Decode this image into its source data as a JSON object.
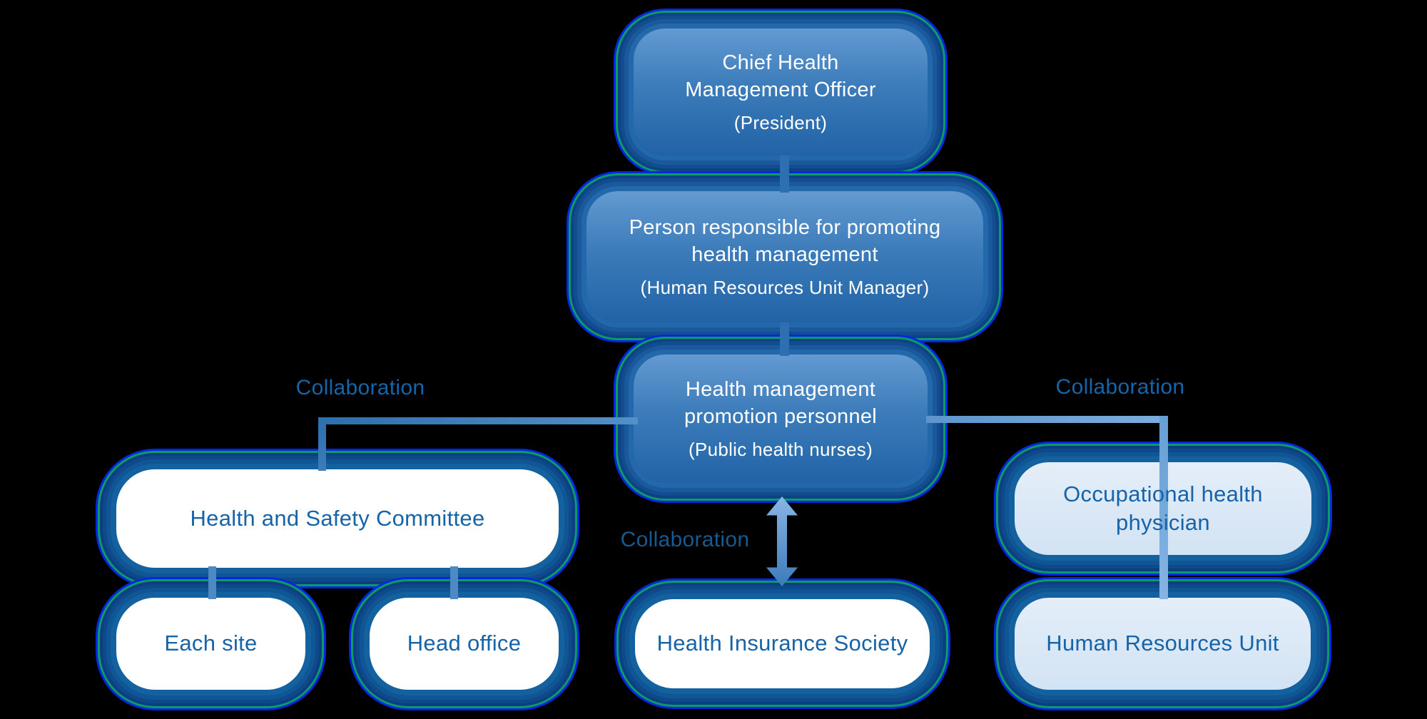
{
  "boxes": {
    "chief": {
      "line1": "Chief Health",
      "line2": "Management Officer",
      "subtitle": "(President)"
    },
    "promoter": {
      "line1": "Person responsible for promoting",
      "line2": "health management",
      "subtitle": "(Human Resources Unit Manager)"
    },
    "personnel": {
      "line1": "Health management",
      "line2": "promotion personnel",
      "subtitle": "(Public health nurses)"
    },
    "committee": {
      "label": "Health and Safety Committee"
    },
    "each_site": {
      "label": "Each site"
    },
    "head_office": {
      "label": "Head office"
    },
    "insurance": {
      "label": "Health Insurance Society"
    },
    "physician": {
      "line1": "Occupational health",
      "line2": "physician"
    },
    "hr_unit": {
      "label": "Human Resources Unit"
    }
  },
  "labels": {
    "collab_left": "Collaboration",
    "collab_center": "Collaboration",
    "collab_right": "Collaboration"
  },
  "colors": {
    "background": "#000000",
    "dark_box_gradient_top": "#639ad1",
    "dark_box_gradient_bottom": "#2163a6",
    "white_box_fill": "#ffffff",
    "light_box_fill": "#d9e8f6",
    "box_text_white": "#ffffff",
    "box_text_blue": "#1763a8",
    "collaboration_text": "#1565a9",
    "connector_dark_blue": "#2c6fae",
    "connector_light_blue": "#7cadde",
    "glow_teal_ring": "#0b9a66",
    "glow_bright_blue_ring": "#0827e0"
  }
}
